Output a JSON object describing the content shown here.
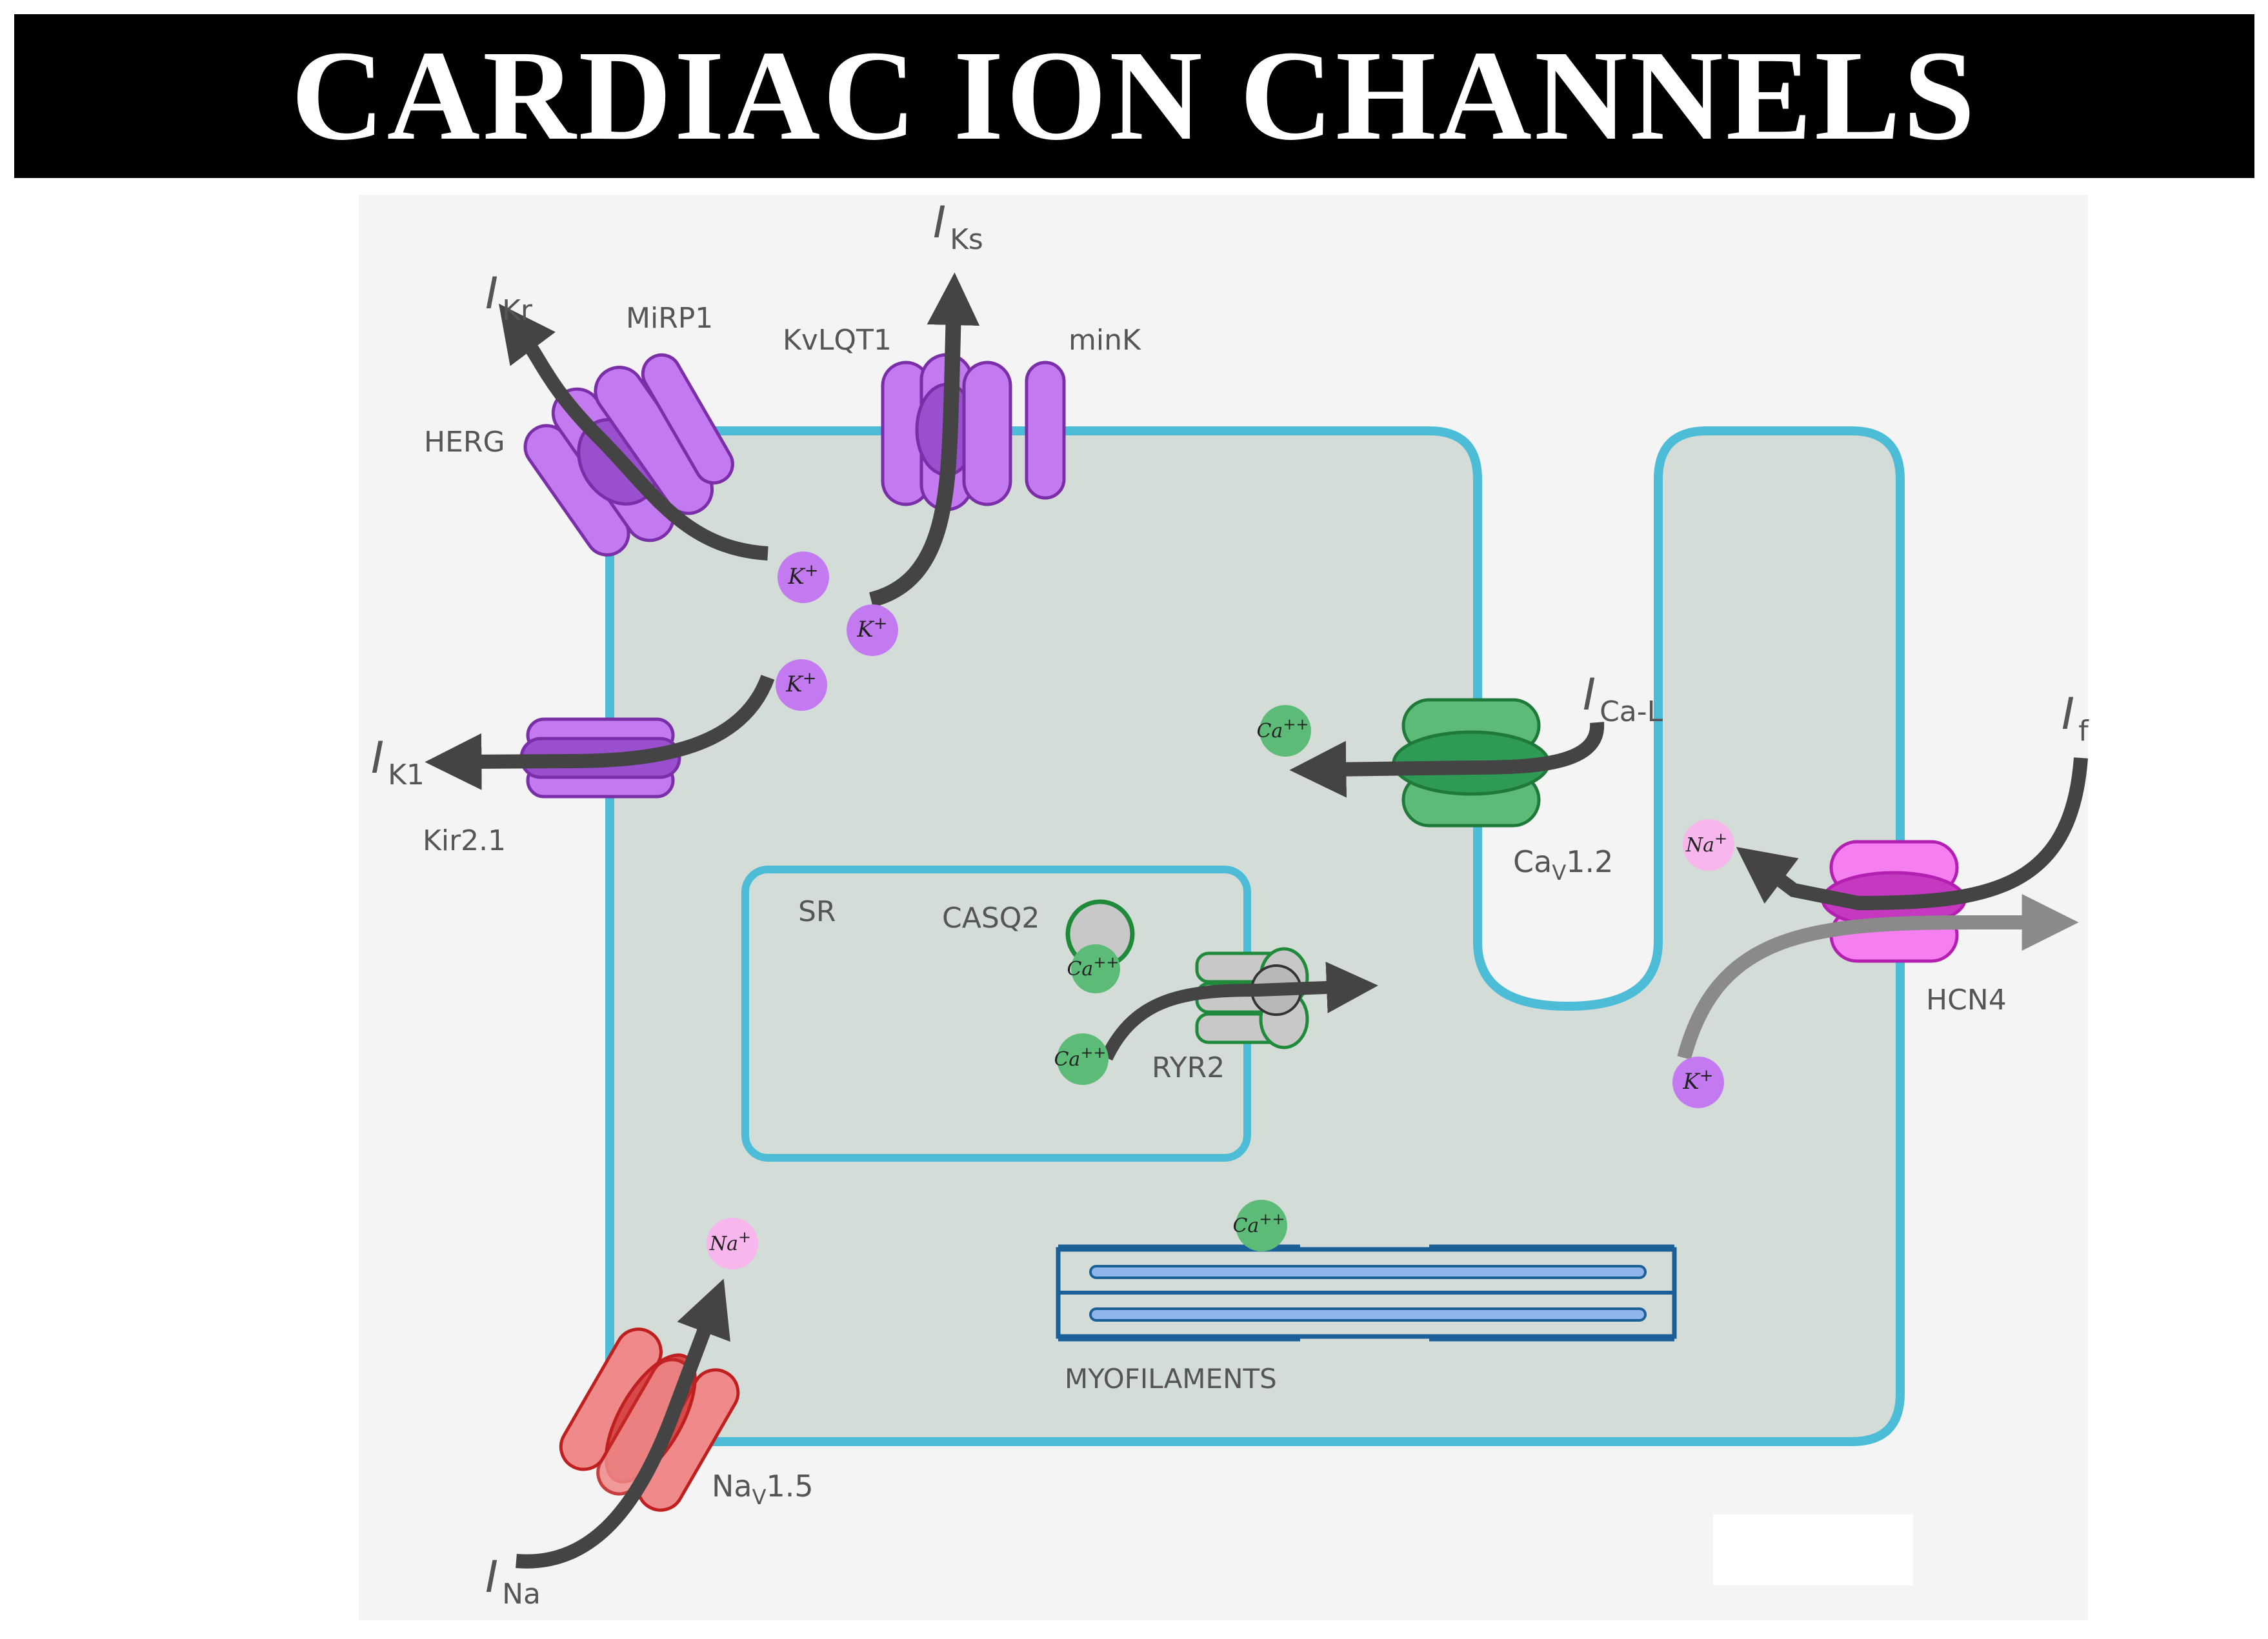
{
  "title": "CARDIAC ION CHANNELS",
  "colors": {
    "membrane": "#4dbcd6",
    "cytoplasm": "#d4dcd8",
    "panel": "#f4f4f4",
    "potassium": "#c37af0",
    "calcium": "#5dbb78",
    "sodium": "#f7b6ec",
    "nav_channel": "#f08a8a",
    "hcn_channel": "#f57ef0",
    "arrow": "#444444",
    "myofilament": "#1a5f98"
  },
  "currents": {
    "ikr": {
      "main": "I",
      "sub": "Kr"
    },
    "iks": {
      "main": "I",
      "sub": "Ks"
    },
    "ik1": {
      "main": "I",
      "sub": "K1"
    },
    "ical": {
      "main": "I",
      "sub": "Ca-L"
    },
    "if": {
      "main": "I",
      "sub": "f"
    },
    "ina": {
      "main": "I",
      "sub": "Na"
    }
  },
  "channels": {
    "herg": "HERG",
    "mirp1": "MiRP1",
    "kvlqt1": "KvLQT1",
    "mink": "minK",
    "kir21": "Kir2.1",
    "cav12": {
      "main": "Ca",
      "sub": "V",
      "rest": "1.2"
    },
    "nav15": {
      "main": "Na",
      "sub": "V",
      "rest": "1.5"
    },
    "hcn4": "HCN4",
    "ryr2": "RYR2",
    "casq2": "CASQ2"
  },
  "compartments": {
    "sr": "SR",
    "myofilaments": "MYOFILAMENTS"
  },
  "ions": {
    "k": {
      "base": "K",
      "charge": "+"
    },
    "ca": {
      "base": "Ca",
      "charge": "++"
    },
    "na": {
      "base": "Na",
      "charge": "+"
    }
  }
}
